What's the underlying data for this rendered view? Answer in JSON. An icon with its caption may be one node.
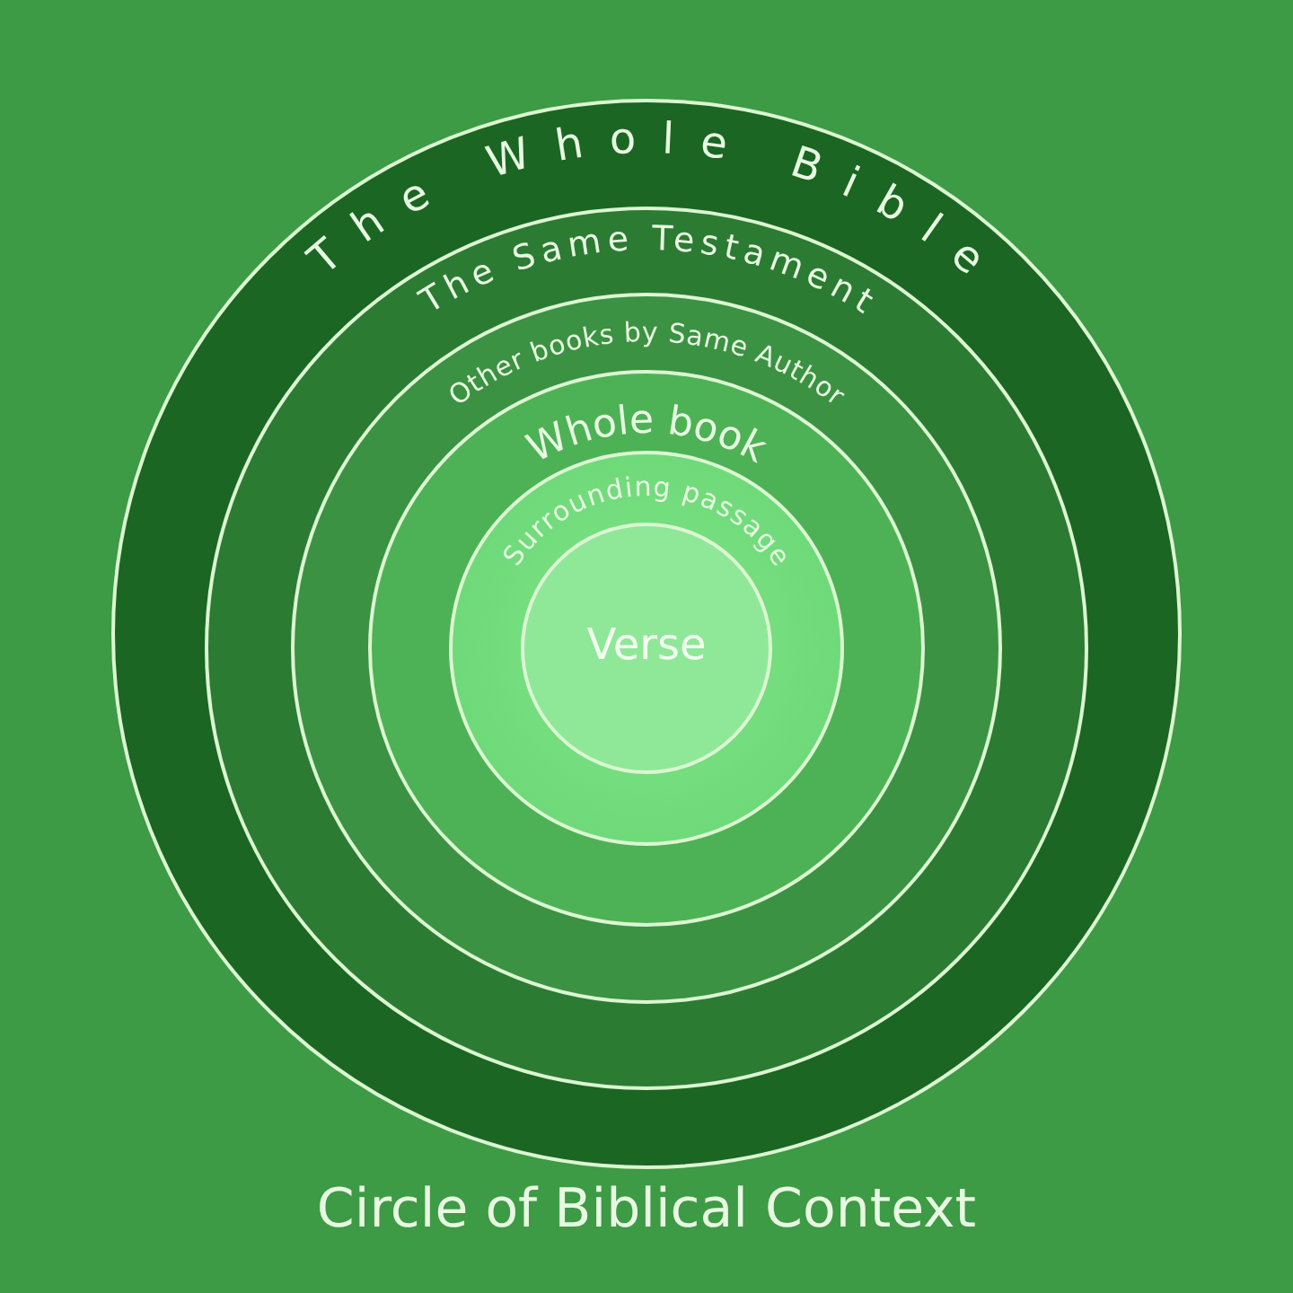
{
  "diagram": {
    "title": "Circle of Biblical Context",
    "nodes": [
      {
        "text": [
          "The Whole Bible"
        ]
      },
      {
        "text": [
          "The Same Testament"
        ],
        "in": 0
      },
      {
        "text": [
          "Other books by Same Author"
        ],
        "in": 1
      },
      {
        "text": [
          "Whole book"
        ],
        "in": 2
      },
      {
        "text": [
          "Surrounding passage"
        ],
        "in": 3
      },
      {
        "text": [
          "Verse"
        ],
        "in": 4
      }
    ]
  }
}
